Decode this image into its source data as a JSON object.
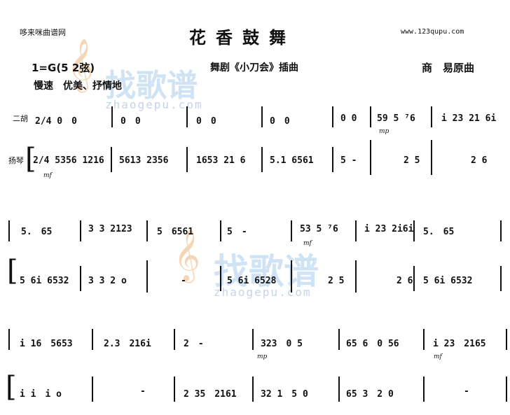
{
  "header": {
    "site": "哆来咪曲谱网",
    "title": "花香鼓舞",
    "url": "www.123qupu.com",
    "key": "1=G(5 2弦)",
    "source": "舞剧《小刀会》插曲",
    "composer": "商　易原曲",
    "tempo": "慢速　优美、抒情地"
  },
  "instruments": {
    "top": "二胡",
    "bottom": "扬琴"
  },
  "watermark": {
    "text": "找歌谱",
    "sub": "zhaogepu.com"
  },
  "dynamics": {
    "mf": "mf",
    "mp": "mp"
  },
  "system1": {
    "top": [
      "2/4 0　0",
      "0　0",
      "0　0",
      "0　0",
      "0 0",
      "59 5 ⁷6",
      "i 23  21 6i"
    ],
    "bottom": [
      "2/4 5356 1216",
      "5613 2356",
      "1653 21 6",
      "5.1 6561",
      "5  -",
      "2 5",
      "2  6"
    ]
  },
  "system2": {
    "top": [
      "5.　65",
      "3 3 2123",
      "5　6561",
      "5　-",
      "53 5 ⁷6",
      "i 23 2i6i",
      "5.　65"
    ],
    "bottom": [
      "5 6i 6532",
      "3  3  2  o",
      "-",
      "5 6i 6528",
      "2 5",
      "2 6",
      "5 6i 6532"
    ]
  },
  "system3": {
    "top": [
      "i 16　5653",
      "2.3　216i",
      "2　-",
      "323　0 5",
      "65 6　0 56",
      "i 23　2165"
    ],
    "bottom": [
      "i i　i o",
      "-",
      "2 35　2161",
      "32 1　5 0",
      "65 3　2 0",
      "-"
    ]
  }
}
